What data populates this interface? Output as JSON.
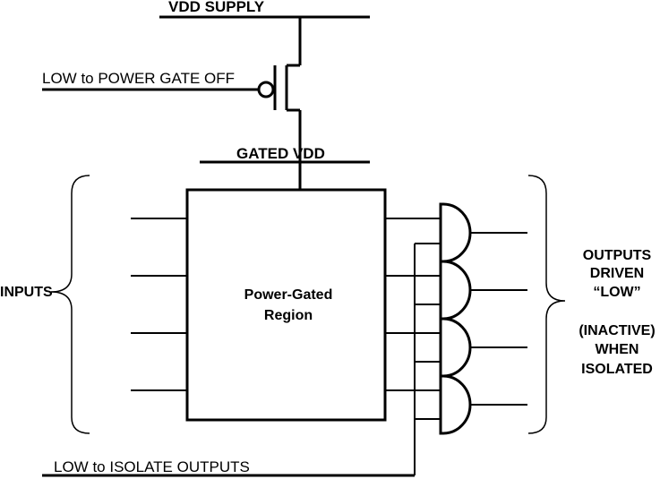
{
  "labels": {
    "vdd_supply": "VDD SUPPLY",
    "power_gate_control": "LOW to POWER GATE OFF",
    "gated_vdd": "GATED  VDD",
    "inputs": "INPUTS",
    "region_line1": "Power-Gated",
    "region_line2": "Region",
    "outputs_line1": "OUTPUTS",
    "outputs_line2": "DRIVEN",
    "outputs_line3": "“LOW”",
    "outputs_line4": "(INACTIVE)",
    "outputs_line5": "WHEN",
    "outputs_line6": "ISOLATED",
    "isolate_control": "LOW to ISOLATE OUTPUTS"
  },
  "colors": {
    "wire": "#000000",
    "background": "#ffffff"
  }
}
